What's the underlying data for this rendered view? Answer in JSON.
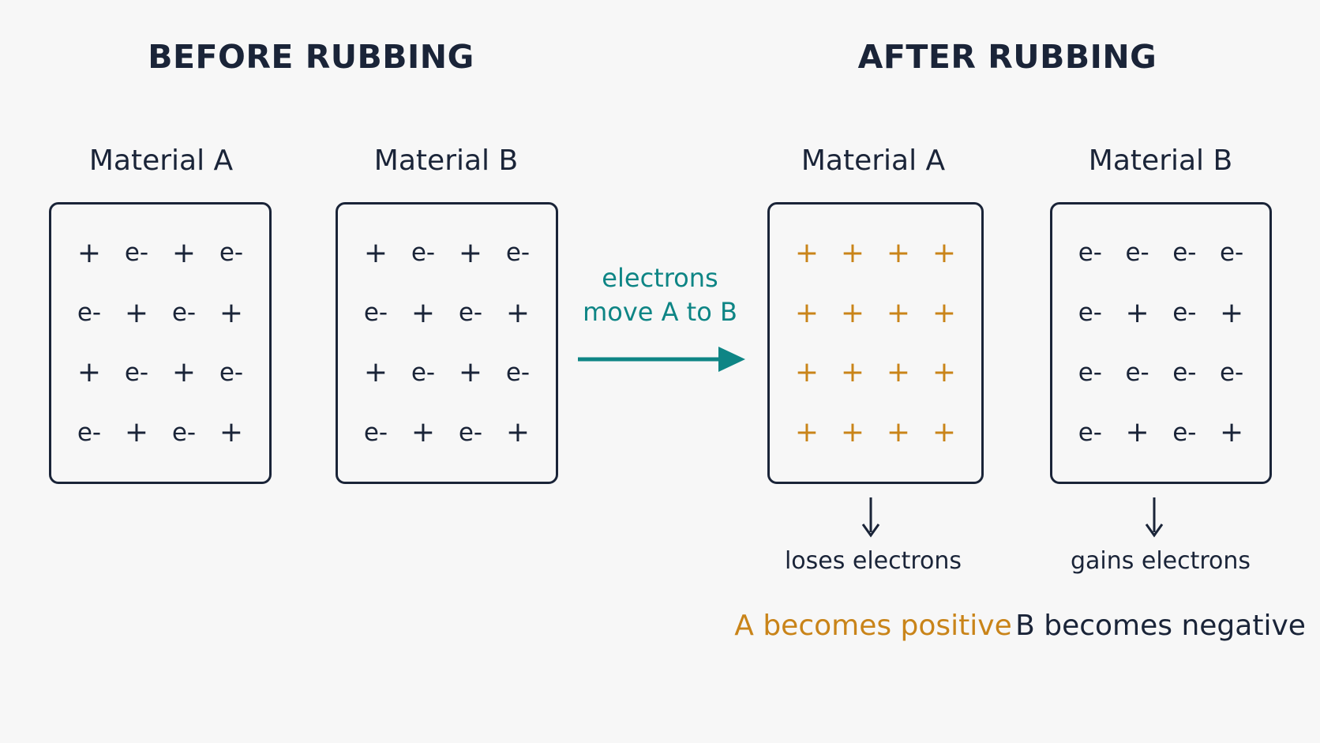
{
  "before": {
    "title": "BEFORE RUBBING",
    "material_a": {
      "label": "Material A",
      "grid": [
        [
          "+",
          "e-",
          "+",
          "e-"
        ],
        [
          "e-",
          "+",
          "e-",
          "+"
        ],
        [
          "+",
          "e-",
          "+",
          "e-"
        ],
        [
          "e-",
          "+",
          "e-",
          "+"
        ]
      ]
    },
    "material_b": {
      "label": "Material B",
      "grid": [
        [
          "+",
          "e-",
          "+",
          "e-"
        ],
        [
          "e-",
          "+",
          "e-",
          "+"
        ],
        [
          "+",
          "e-",
          "+",
          "e-"
        ],
        [
          "e-",
          "+",
          "e-",
          "+"
        ]
      ]
    }
  },
  "transfer": {
    "line1": "electrons",
    "line2": "move A to B",
    "color": "#0e8585"
  },
  "after": {
    "title": "AFTER RUBBING",
    "material_a": {
      "label": "Material A",
      "grid": [
        [
          "+",
          "+",
          "+",
          "+"
        ],
        [
          "+",
          "+",
          "+",
          "+"
        ],
        [
          "+",
          "+",
          "+",
          "+"
        ],
        [
          "+",
          "+",
          "+",
          "+"
        ]
      ],
      "note": "loses electrons",
      "result": "A becomes positive",
      "result_color": "#c98419"
    },
    "material_b": {
      "label": "Material B",
      "grid": [
        [
          "e-",
          "e-",
          "e-",
          "e-"
        ],
        [
          "e-",
          "+",
          "e-",
          "+"
        ],
        [
          "e-",
          "e-",
          "e-",
          "e-"
        ],
        [
          "e-",
          "+",
          "e-",
          "+"
        ]
      ],
      "note": "gains electrons",
      "result": "B becomes negative",
      "result_color": "#1a2438"
    }
  },
  "colors": {
    "ink": "#1a2438",
    "positive_accent": "#c98419",
    "arrow": "#0e8585",
    "background": "#f7f7f7"
  }
}
